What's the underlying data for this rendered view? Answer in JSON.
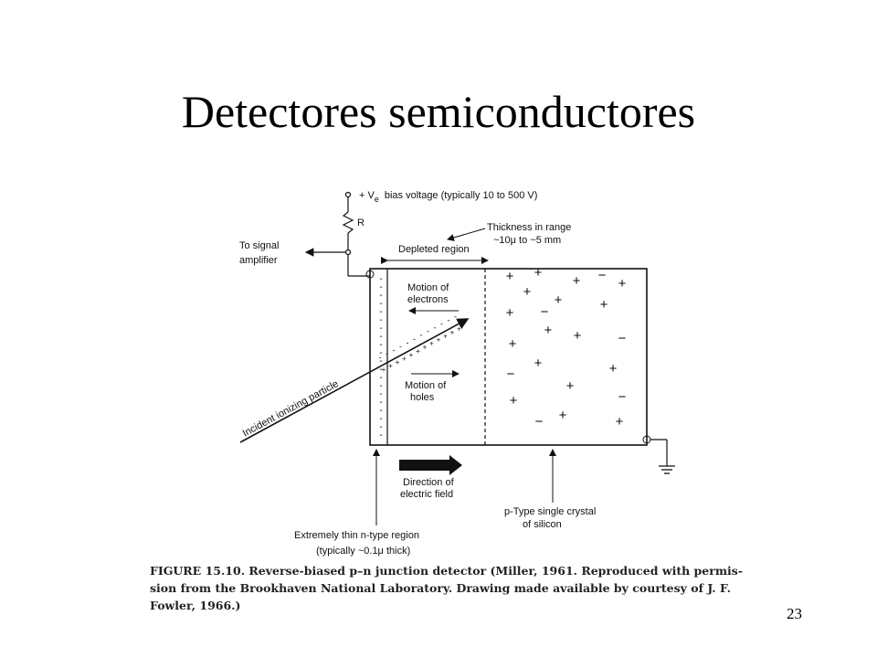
{
  "slide": {
    "title": "Detectores semiconductores",
    "page_number": "23"
  },
  "figure": {
    "bias_label": "+ V",
    "bias_sub": "e",
    "bias_text": "bias voltage (typically 10 to 500 V)",
    "resistor_label": "R",
    "amp_line1": "To signal",
    "amp_line2": "amplifier",
    "thickness_line1": "Thickness in range",
    "thickness_line2": "~10μ to ~5 mm",
    "depleted_label": "Depleted region",
    "electrons_line1": "Motion of",
    "electrons_line2": "electrons",
    "holes_line1": "Motion of",
    "holes_line2": "holes",
    "particle_label": "Incident ionizing particle",
    "field_line1": "Direction of",
    "field_line2": "electric field",
    "ptype_line1": "p-Type single crystal",
    "ptype_line2": "of silicon",
    "ntype_line1": "Extremely thin n-type region",
    "ntype_line2": "(typically ~0.1μ thick)",
    "caption_line1": "FIGURE 15.10.   Reverse-biased p–n junction detector (Miller, 1961. Reproduced with permis-",
    "caption_line2": "sion from the Brookhaven National Laboratory. Drawing made available by courtesy of J. F.",
    "caption_line3": "Fowler, 1966.)"
  }
}
